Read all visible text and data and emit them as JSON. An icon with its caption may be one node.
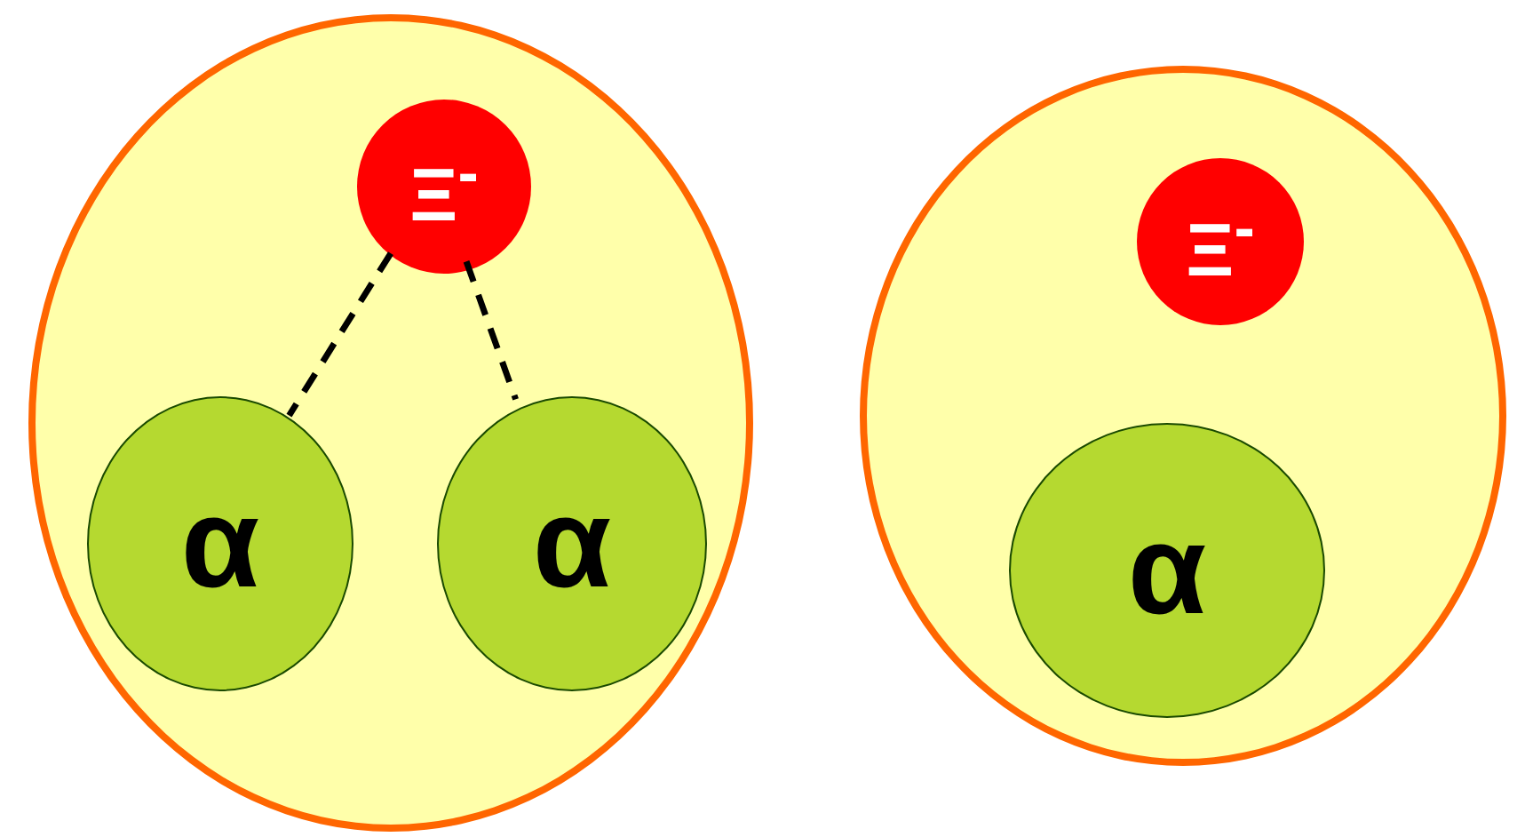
{
  "diagram": {
    "nodes": [
      {
        "text": [],
        "shape": "ellipse"
      },
      {
        "text": [
          "Ξ$^{-}$"
        ],
        "in": 0
      },
      {
        "text": [
          "α"
        ],
        "in": 0
      },
      {
        "text": [
          "α"
        ],
        "in": 0
      },
      {
        "text": [],
        "shape": "ellipse"
      },
      {
        "text": [
          "Ξ$^{-}$"
        ],
        "in": 4
      },
      {
        "text": [
          "α"
        ],
        "in": 4
      }
    ],
    "edges": [
      {
        "from": 1,
        "to": 2,
        "arrow": "none",
        "style": "dashed"
      },
      {
        "from": 1,
        "to": 3,
        "arrow": "none",
        "style": "dashed"
      }
    ]
  }
}
